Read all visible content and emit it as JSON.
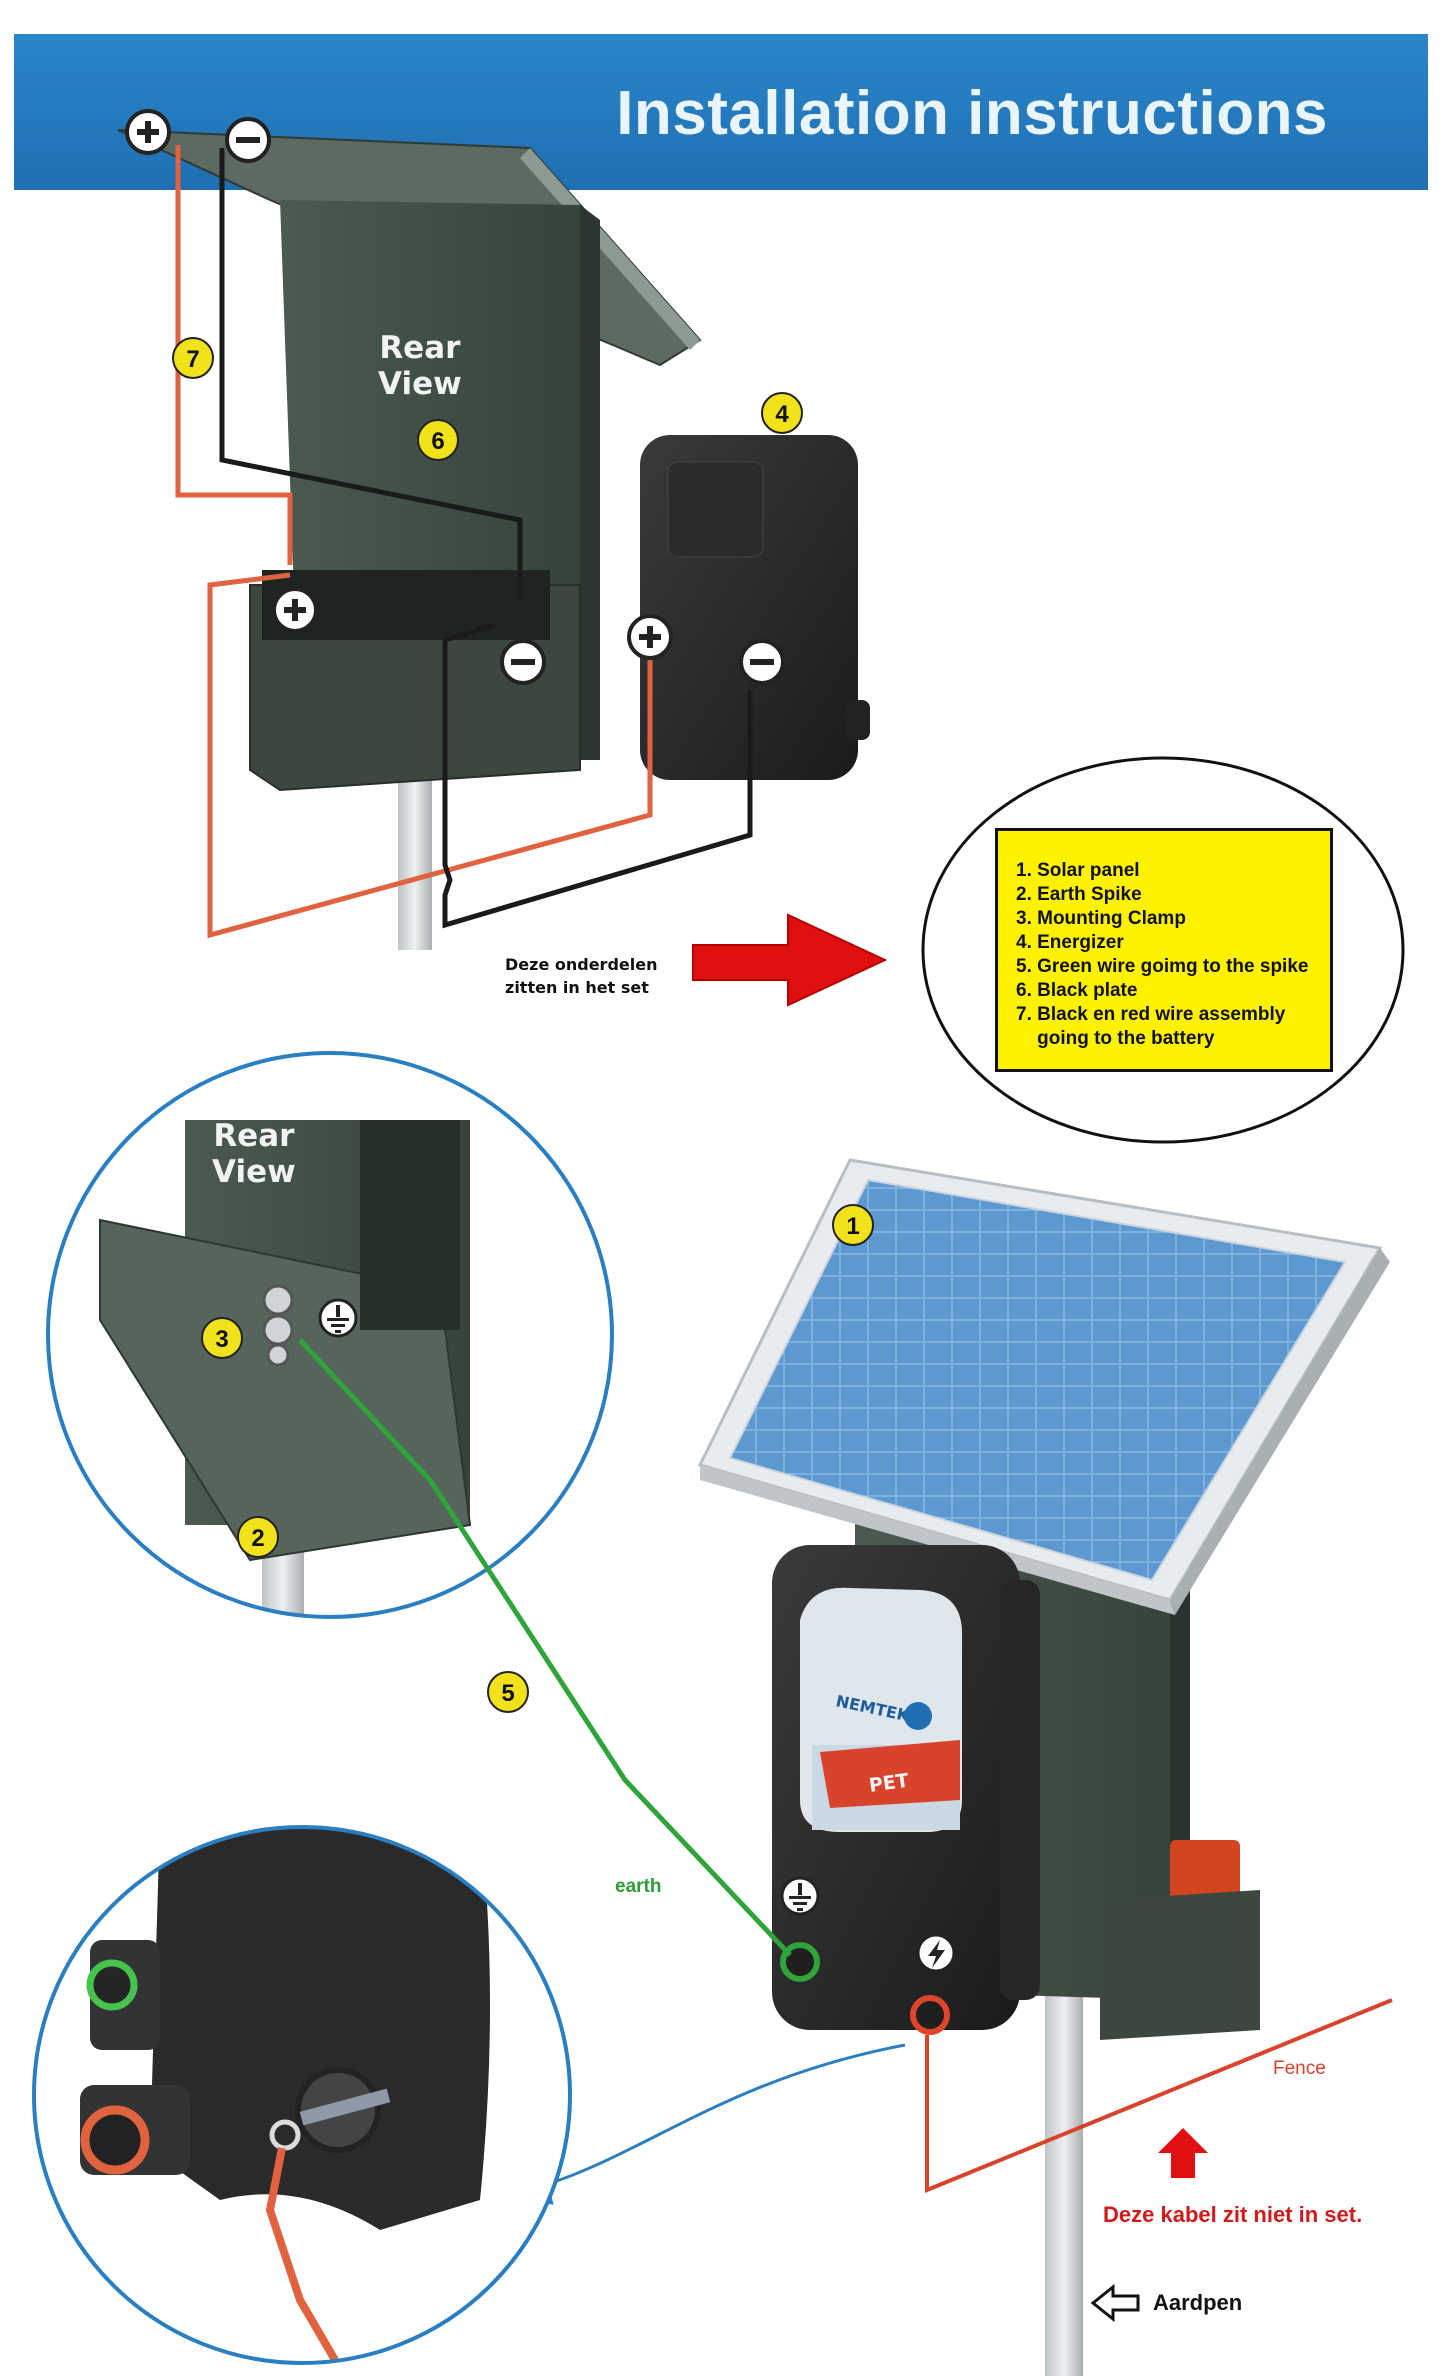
{
  "header": {
    "title": "Installation instructions"
  },
  "rear_view_label": "Rear View",
  "rear_view_line1": "Rear",
  "rear_view_line2": "View",
  "callouts": [
    "1",
    "2",
    "3",
    "4",
    "5",
    "6",
    "7"
  ],
  "terminal_symbols": {
    "plus": "+",
    "minus": "−"
  },
  "set_note": {
    "line1": "Deze onderdelen",
    "line2": "zitten in het set"
  },
  "legend": {
    "items": [
      "1. Solar panel",
      "2. Earth Spike",
      "3. Mounting Clamp",
      "4. Energizer",
      "5. Green wire goimg to the spike",
      "6. Black plate",
      "7. Black en red wire assembly",
      "    going to the battery"
    ]
  },
  "energizer_brand": "NEMTEK",
  "energizer_model": "PET",
  "labels": {
    "earth": "earth",
    "fence": "Fence",
    "not_in_set": "Deze kabel zit niet in set.",
    "aardpen": "Aardpen"
  },
  "colors": {
    "header_blue": "#1f6fb2",
    "legend_yellow": "#fff200",
    "wire_red": "#e0623f",
    "wire_black": "#1a1a1a",
    "wire_green": "#2fa43b",
    "fence_red": "#d9432b",
    "callout_yellow": "#f2e21b",
    "pointer_blue": "#2a7fc2",
    "arrow_red": "#e01010"
  }
}
